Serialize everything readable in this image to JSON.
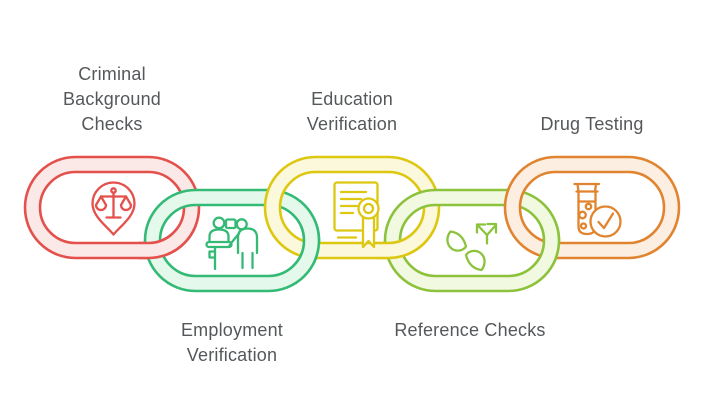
{
  "canvas": {
    "background": "#ffffff",
    "text_color": "#55585a"
  },
  "chain": {
    "links": [
      {
        "label": "Criminal\nBackground\nChecks",
        "color": "#e4504b",
        "tint": "#fbe9e8",
        "icon": "scales-pin-icon"
      },
      {
        "label": "Employment\nVerification",
        "color": "#34ba75",
        "tint": "#e4f8ec",
        "icon": "interview-people-icon"
      },
      {
        "label": "Education\nVerification",
        "color": "#ddc711",
        "tint": "#fbf8dc",
        "icon": "certificate-icon"
      },
      {
        "label": "Reference Checks",
        "color": "#8cc23c",
        "tint": "#f2f9e1",
        "icon": "phone-referral-icon"
      },
      {
        "label": "Drug Testing",
        "color": "#e1842f",
        "tint": "#fcefe2",
        "icon": "test-tube-check-icon"
      }
    ]
  }
}
